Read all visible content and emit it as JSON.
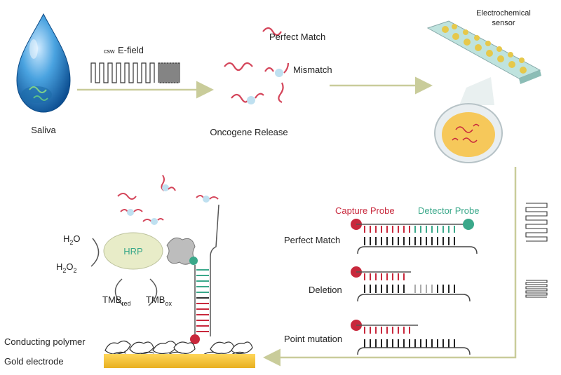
{
  "diagram": {
    "saliva_label": "Saliva",
    "csw_label": "csw",
    "efield_label": "E-field",
    "oncogene_release_label": "Oncogene Release",
    "perfect_match_label_top": "Perfect Match",
    "mismatch_label": "Mismatch",
    "sensor_label_line1": "Electrochemical",
    "sensor_label_line2": "sensor",
    "capture_probe_label": "Capture Probe",
    "detector_probe_label": "Detector Probe",
    "perfect_match_label": "Perfect Match",
    "deletion_label": "Deletion",
    "point_mutation_label": "Point mutation",
    "h2o_label": "H",
    "h2o_sub": "2",
    "h2o_tail": "O",
    "h2o2_label": "H",
    "h2o2_sub1": "2",
    "h2o2_mid": "O",
    "h2o2_sub2": "2",
    "hrp_label": "HRP",
    "tmb_label": "TMB",
    "tmb_red_sub": "red",
    "tmb_ox_sub": "ox",
    "conducting_polymer_label": "Conducting polymer",
    "gold_electrode_label": "Gold electrode",
    "colors": {
      "capture": "#c8283c",
      "detector": "#3aa88a",
      "arrow": "#c9cc9a",
      "gold": "#f5c542",
      "hrp": "#e8ecc8",
      "drop": "#2b7fc4"
    }
  }
}
